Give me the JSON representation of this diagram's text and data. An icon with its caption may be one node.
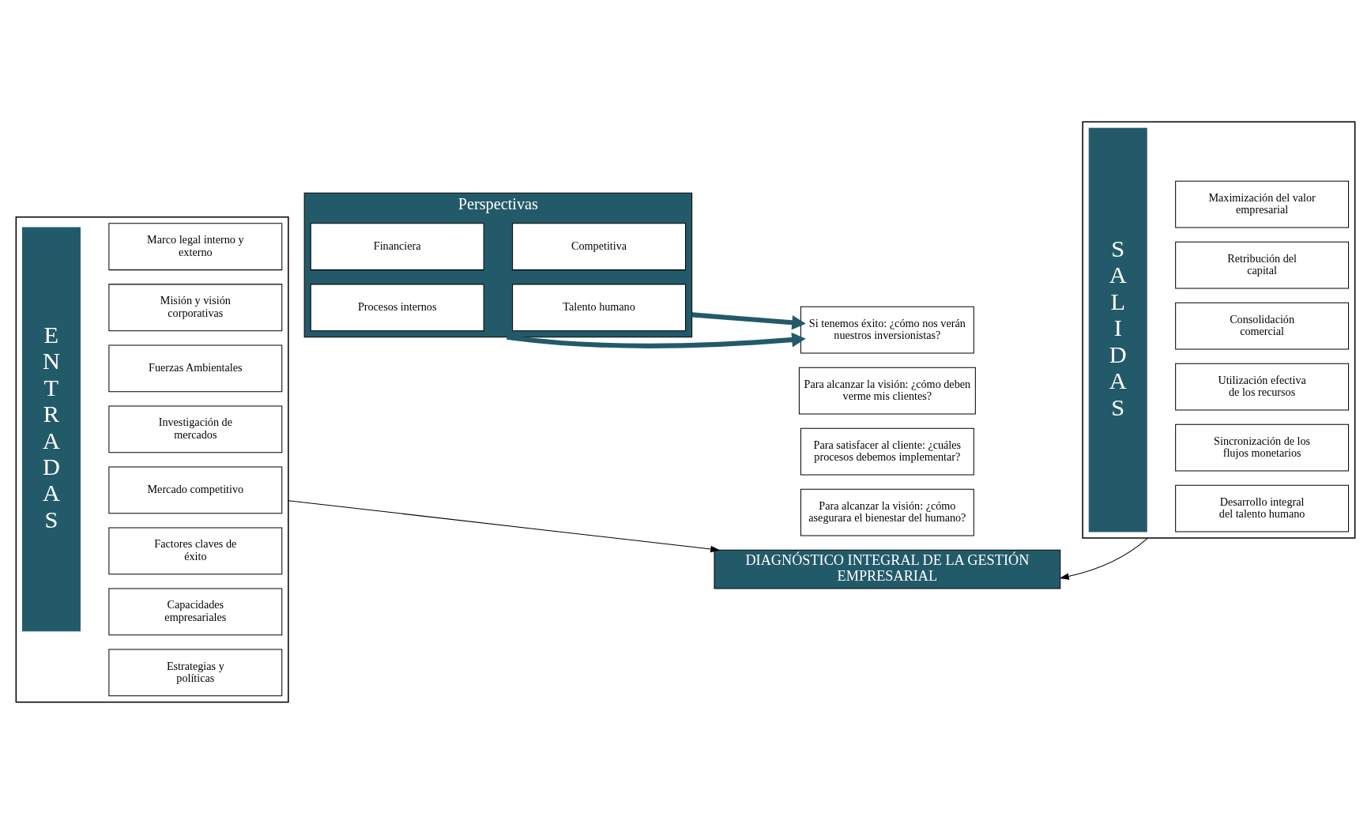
{
  "diagram": {
    "nodes": [
      {
        "text": [],
        "shape": "box"
      },
      {
        "text": [
          "ENTRADAS"
        ],
        "in": 0
      },
      {
        "text": [
          "Marco legal interno y externo"
        ],
        "in": 0
      },
      {
        "text": [
          "Misión y visión corporativas"
        ],
        "in": 0
      },
      {
        "text": [
          "Fuerzas Ambientales"
        ],
        "in": 0
      },
      {
        "text": [
          "Investigación de mercados"
        ],
        "in": 0
      },
      {
        "text": [
          "Mercado competitivo"
        ],
        "in": 0
      },
      {
        "text": [
          "Factores claves de éxito"
        ],
        "in": 0
      },
      {
        "text": [
          "Capacidades empresariales"
        ],
        "in": 0
      },
      {
        "text": [
          "Estrategias y políticas"
        ],
        "in": 0
      },
      {
        "text": [
          "Perspectivas"
        ]
      },
      {
        "text": [
          "Financiera"
        ],
        "in": 10
      },
      {
        "text": [
          "Competitiva"
        ],
        "in": 10
      },
      {
        "text": [
          "Procesos internos"
        ],
        "in": 10
      },
      {
        "text": [
          "Talento humano"
        ],
        "in": 10
      },
      {
        "text": [
          "Si tenemos éxito: ¿cómo nos verán nuestros inversionistas?"
        ]
      },
      {
        "text": [
          "Para alcanzar la visión: ¿cómo deben verme mis clientes?"
        ]
      },
      {
        "text": [
          "Para satisfacer al cliente: ¿cuáles procesos debemos implementar?"
        ]
      },
      {
        "text": [
          "Para alcanzar la visión: ¿cómo asegurara el bienestar del humano?"
        ]
      },
      {
        "text": [],
        "shape": "box"
      },
      {
        "text": [
          "SALIDAS"
        ],
        "in": 19
      },
      {
        "text": [
          "Maximización del valor empresarial"
        ],
        "in": 19
      },
      {
        "text": [
          "Retribución del capital"
        ],
        "in": 19
      },
      {
        "text": [
          "Consolidación comercial"
        ],
        "in": 19
      },
      {
        "text": [
          "Utilización efectiva de los recursos"
        ],
        "in": 19
      },
      {
        "text": [
          "Sincronización de los flujos monetarios"
        ],
        "in": 19
      },
      {
        "text": [
          "Desarrollo integral del talento humano"
        ],
        "in": 19
      },
      {
        "text": [
          "DIAGNÓSTICO INTEGRAL DE LA GESTIÓN EMPRESARIAL"
        ]
      }
    ],
    "edges": [
      {
        "from": 10,
        "to": 15,
        "arrow": "to",
        "style": "thick",
        "color": "#235a6a"
      },
      {
        "from": 10,
        "to": 15,
        "arrow": "to",
        "style": "thick",
        "color": "#235a6a"
      },
      {
        "from": 0,
        "to": 27,
        "arrow": "to",
        "color": "#000000"
      },
      {
        "from": 19,
        "to": 27,
        "arrow": "to",
        "color": "#000000"
      }
    ]
  }
}
